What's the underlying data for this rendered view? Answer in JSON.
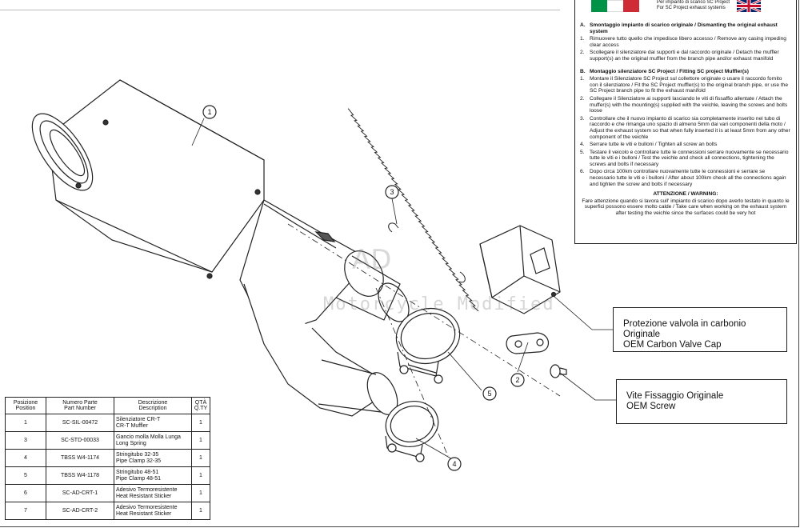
{
  "header": {
    "line1": "Per impianto di scarico SC Project",
    "line2": "For SC Project exhaust systems"
  },
  "instructions": {
    "section_a": {
      "letter": "A.",
      "title": "Smontaggio impianto di scarico originale / Dismanting the original exhaust system",
      "items": [
        {
          "num": "1.",
          "text": "Rimuovere tutto quello che impedisce libero accesso / Remove any casing impeding clear access"
        },
        {
          "num": "2.",
          "text": "Scollegare il silenziatore dai supporti e dal raccordo originale / Detach the muffler support(s) an the original muffler from the branch pipe and/or exhaust manifold"
        }
      ]
    },
    "section_b": {
      "letter": "B.",
      "title": "Montaggio silenziatore SC Project / Fitting SC project Muffler(s)",
      "items": [
        {
          "num": "1.",
          "text": "Montare il Silenziatore SC Project sul collettore originale o usare il raccordo fornito con il silenziatore / Fit the SC Project muffler(s) to the original branch pipe, or use the SC Project branch pipe to fit the exhaust manifold"
        },
        {
          "num": "2.",
          "text": "Collegare il Silenziatore ai supporti lasciando le viti di fissaffio allentate / Attach the muffer(s) with the mounting(s) supplied with the veichle, leaving the screws and bolts loose"
        },
        {
          "num": "3.",
          "text": "Controllare che il nuovo impianto di scarico sia completamente inserito nel tubo di raccordo e che rimanga uno spazio di almeno 5mm dai vari componenti della moto / Adjust the exhaust system so that when fully inserted it is at least 5mm from any other component of the veichle"
        },
        {
          "num": "4.",
          "text": "Serrare tutte le viti e bulloni / Tighten all screw an bolts"
        },
        {
          "num": "5.",
          "text": "Testare il veicolo e controllare tutte le connessioni serrare nuovamente se necessario tutte le viti e i bulloni / Test the veichle and check all connections, tightening the screws and bolts if necessary"
        },
        {
          "num": "6.",
          "text": "Dopo circa 100km controllare nuovamente tutte le connessioni e serrare se necessario tutte le viti e i bulloni / After about 100km check all the connections again and tighten the screw and bolts if necessary"
        }
      ]
    },
    "warning": {
      "title": "ATTENZIONE / WARNING:",
      "text": "Fare attenzione quando si lavora sull' impianto di scarico dopo averlo testato in quanto le superfici possono essere molto calde / Take care when working on the exhaust system after testing the veichle since the surfaces could be very hot"
    }
  },
  "callouts": {
    "cap": {
      "line1": "Protezione valvola in carbonio Originale",
      "line2": "OEM Carbon Valve Cap"
    },
    "screw": {
      "line1": "Vite Fissaggio Originale",
      "line2": "OEM Screw"
    }
  },
  "labels": {
    "p1": "1",
    "p2": "2",
    "p3": "3",
    "p4": "4",
    "p5": "5"
  },
  "watermark": {
    "brand": "AD",
    "text": "Motorcycle Modified"
  },
  "parts_table": {
    "headers": {
      "pos_it": "Posizione",
      "pos_en": "Position",
      "num_it": "Numero Parte",
      "num_en": "Part Number",
      "desc_it": "Descrizione",
      "desc_en": "Description",
      "qty_it": "QTÀ",
      "qty_en": "Q.TY"
    },
    "rows": [
      {
        "pos": "1",
        "part": "SC-SIL-00472",
        "desc_it": "Silenziatore CR-T",
        "desc_en": "CR-T Muffler",
        "qty": "1"
      },
      {
        "pos": "3",
        "part": "SC-STD-00033",
        "desc_it": "Gancio molla Molla Lunga",
        "desc_en": "Long Spring",
        "qty": "1"
      },
      {
        "pos": "4",
        "part": "TBSS W4-1174",
        "desc_it": "Stringitubo 32-35",
        "desc_en": "Pipe Clamp 32-35",
        "qty": "1"
      },
      {
        "pos": "5",
        "part": "TBSS W4-1178",
        "desc_it": "Stringitubo 48-51",
        "desc_en": "Pipe Clamp 48-51",
        "qty": "1"
      },
      {
        "pos": "6",
        "part": "SC-AD-CRT-1",
        "desc_it": "Adesivo Termoresistente",
        "desc_en": "Heat Resistant Sticker",
        "qty": "1"
      },
      {
        "pos": "7",
        "part": "SC-AD-CRT-2",
        "desc_it": "Adesivo Termoresistente",
        "desc_en": "Heat Resistant Sticker",
        "qty": "1"
      }
    ]
  },
  "colors": {
    "it_green": "#009246",
    "it_white": "#ffffff",
    "it_red": "#ce2b37",
    "uk_blue": "#012169",
    "uk_red": "#c8102e"
  }
}
